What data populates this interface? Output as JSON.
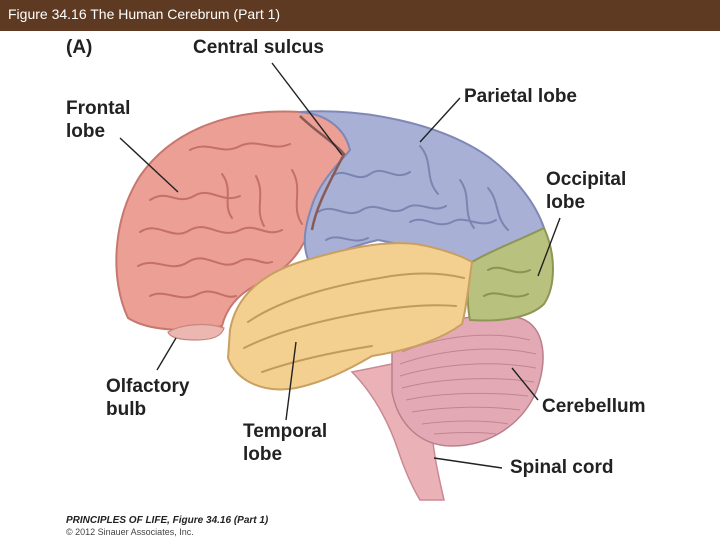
{
  "header": {
    "title": "Figure 34.16  The Human Cerebrum (Part 1)"
  },
  "figure": {
    "panel_label": "(A)",
    "labels": {
      "central_sulcus": "Central sulcus",
      "parietal_lobe": "Parietal lobe",
      "frontal_lobe": [
        "Frontal",
        "lobe"
      ],
      "occipital_lobe": [
        "Occipital",
        "lobe"
      ],
      "olfactory_bulb": [
        "Olfactory",
        "bulb"
      ],
      "temporal_lobe": [
        "Temporal",
        "lobe"
      ],
      "cerebellum": "Cerebellum",
      "spinal_cord": "Spinal cord"
    },
    "region_colors": {
      "frontal": "#eb9f95",
      "parietal": "#a8b0d6",
      "occipital": "#b9c17f",
      "temporal": "#f3d08f",
      "cerebellum": "#e3aab6",
      "brainstem": "#eab2b7",
      "olfactory": "#ecb7b1"
    }
  },
  "footer": {
    "credit": "PRINCIPLES OF LIFE, Figure 34.16 (Part 1)",
    "copyright": "© 2012 Sinauer Associates, Inc."
  }
}
